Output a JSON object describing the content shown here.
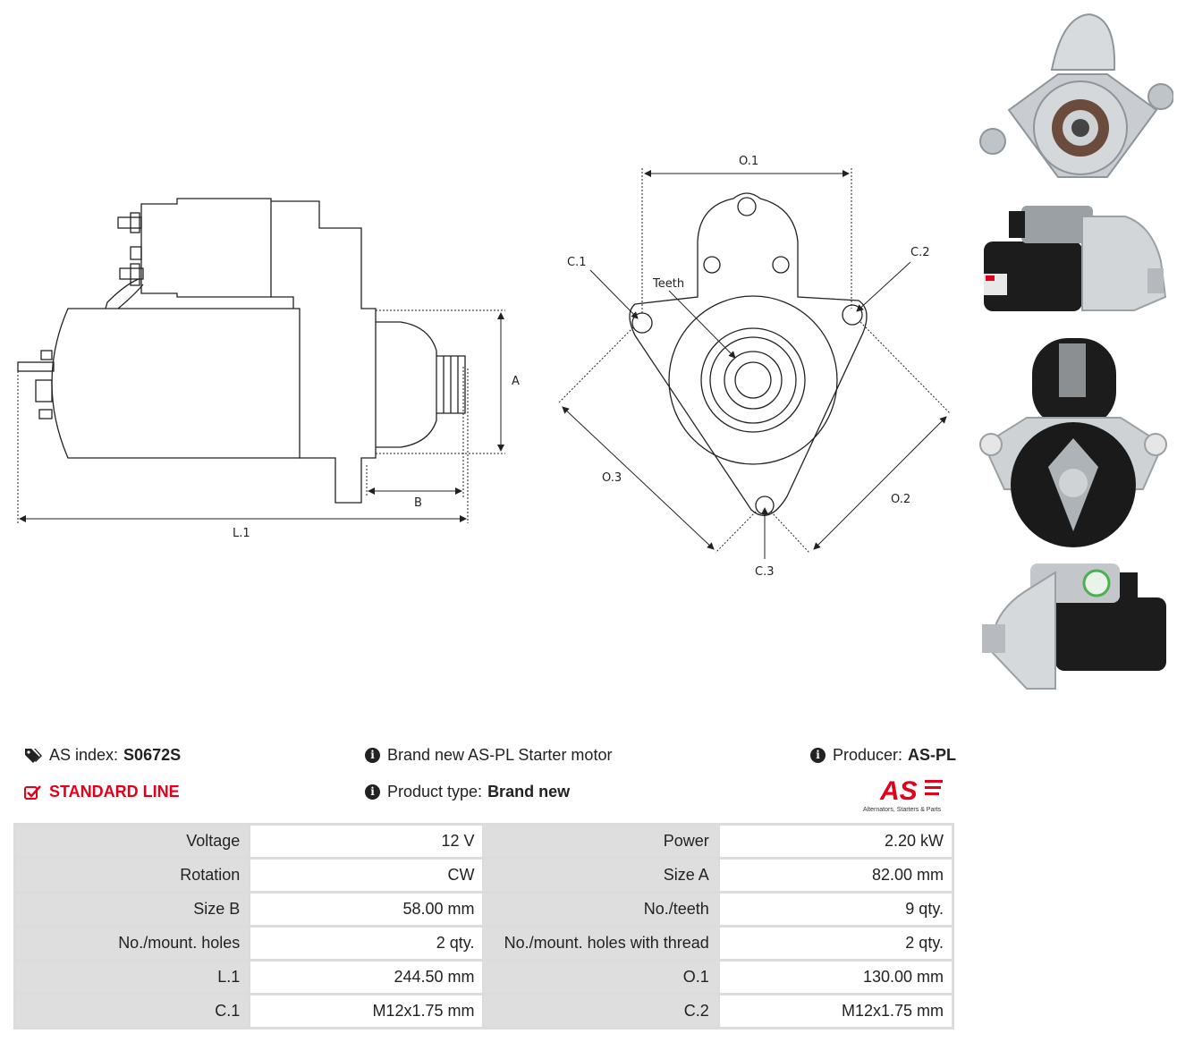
{
  "drawing": {
    "labels": {
      "A": "A",
      "B": "B",
      "L1": "L.1",
      "O1": "O.1",
      "O2": "O.2",
      "O3": "O.3",
      "C1": "C.1",
      "C2": "C.2",
      "C3": "C.3",
      "teeth": "Teeth"
    }
  },
  "photos": [
    {
      "icon": "starter-front-flange-photo"
    },
    {
      "icon": "starter-side-photo"
    },
    {
      "icon": "starter-rear-photo"
    },
    {
      "icon": "starter-angle-photo"
    }
  ],
  "info": {
    "as_index_label": "AS index:",
    "as_index_value": "S0672S",
    "standard_line": "STANDARD LINE",
    "description": "Brand new AS-PL Starter motor",
    "product_type_label": "Product type:",
    "product_type_value": "Brand new",
    "producer_label": "Producer:",
    "producer_value": "AS-PL",
    "logo_text": "AS",
    "logo_subtext": "Alternators, Starters & Parts"
  },
  "colors": {
    "accent": "#e2001a",
    "label_bg": "#dedede",
    "border": "#dcdcdc"
  },
  "specs": [
    [
      {
        "label": "Voltage",
        "value": "12 V"
      },
      {
        "label": "Power",
        "value": "2.20 kW"
      }
    ],
    [
      {
        "label": "Rotation",
        "value": "CW"
      },
      {
        "label": "Size A",
        "value": "82.00 mm"
      }
    ],
    [
      {
        "label": "Size B",
        "value": "58.00 mm"
      },
      {
        "label": "No./teeth",
        "value": "9 qty."
      }
    ],
    [
      {
        "label": "No./mount. holes",
        "value": "2 qty."
      },
      {
        "label": "No./mount. holes with thread",
        "value": "2 qty."
      }
    ],
    [
      {
        "label": "L.1",
        "value": "244.50 mm"
      },
      {
        "label": "O.1",
        "value": "130.00 mm"
      }
    ],
    [
      {
        "label": "C.1",
        "value": "M12x1.75 mm"
      },
      {
        "label": "C.2",
        "value": "M12x1.75 mm"
      }
    ]
  ]
}
